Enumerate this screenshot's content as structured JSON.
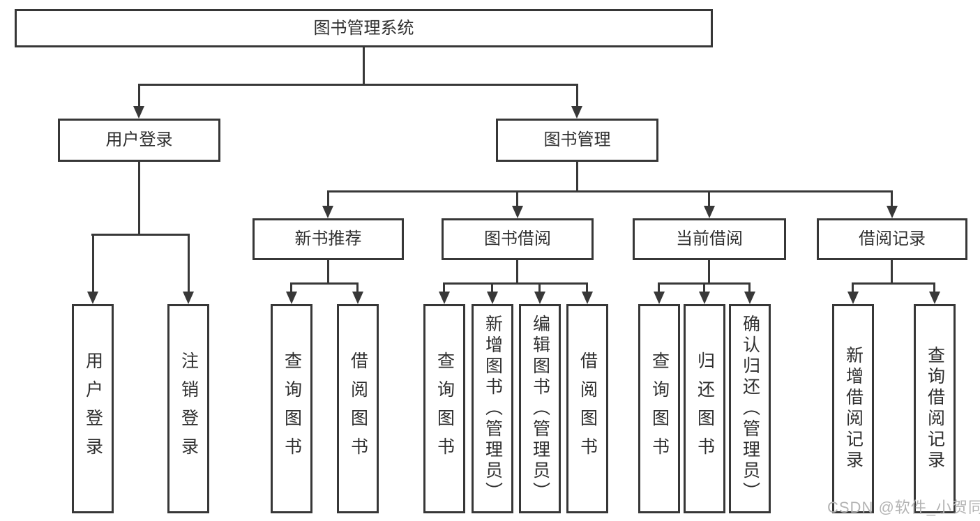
{
  "tree": {
    "label": "图书管理系统",
    "children": [
      {
        "label": "用户登录",
        "children": [
          {
            "label": "用户登录"
          },
          {
            "label": "注销登录"
          }
        ]
      },
      {
        "label": "图书管理",
        "children": [
          {
            "label": "新书推荐",
            "children": [
              {
                "label": "查询图书"
              },
              {
                "label": "借阅图书"
              }
            ]
          },
          {
            "label": "图书借阅",
            "children": [
              {
                "label": "查询图书"
              },
              {
                "label": "新增图书（管理员）"
              },
              {
                "label": "编辑图书（管理员）"
              },
              {
                "label": "借阅图书"
              }
            ]
          },
          {
            "label": "当前借阅",
            "children": [
              {
                "label": "查询图书"
              },
              {
                "label": "归还图书"
              },
              {
                "label": "确认归还（管理员）"
              }
            ]
          },
          {
            "label": "借阅记录",
            "children": [
              {
                "label": "新增借阅记录"
              },
              {
                "label": "查询借阅记录"
              }
            ]
          }
        ]
      }
    ]
  },
  "watermark": {
    "text": "CSDN @软件_小贺同学"
  },
  "colors": {
    "line": "#383838",
    "box_border": "#373737",
    "box_fill": "#ffffff",
    "text": "#2f2f2f",
    "watermark": "#b4b4b4",
    "background": "#ffffff"
  }
}
